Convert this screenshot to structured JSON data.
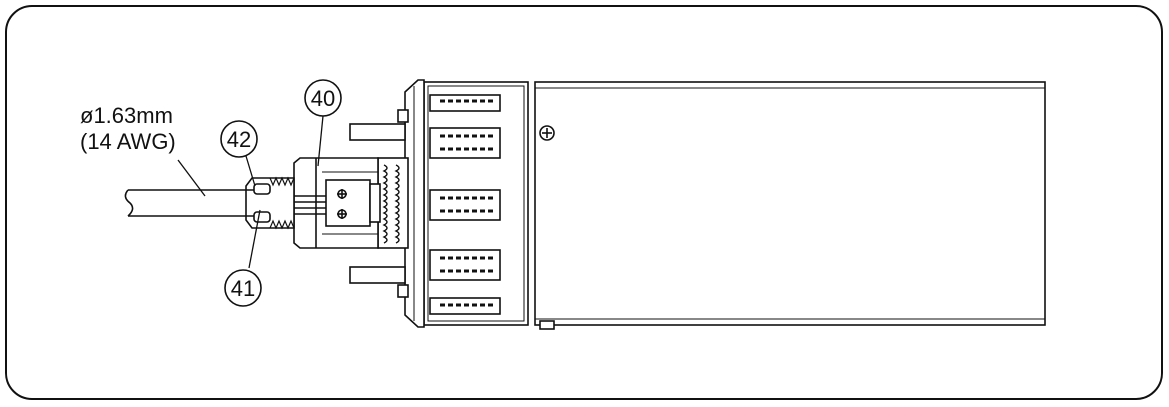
{
  "wire_spec": {
    "diameter": "ø1.63mm",
    "gauge": "(14 AWG)"
  },
  "callouts": [
    "40",
    "42",
    "41"
  ]
}
